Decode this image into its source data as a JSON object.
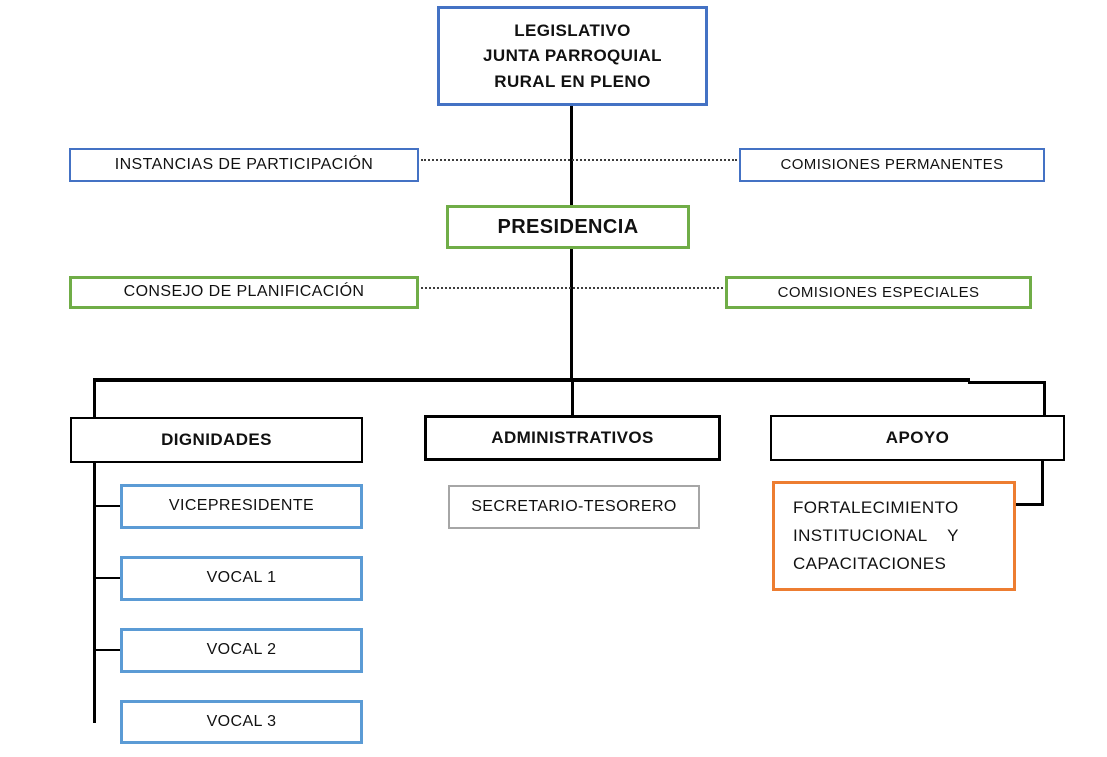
{
  "palette": {
    "blue": "#4472C4",
    "green": "#70AD47",
    "light_blue": "#5B9BD5",
    "orange": "#ED7D31",
    "gray": "#A6A6A6",
    "line_black": "#000000",
    "text": "#111111"
  },
  "org": {
    "legislativo": {
      "lines": [
        "LEGISLATIVO",
        "JUNTA PARROQUIAL",
        "RURAL EN PLENO"
      ]
    },
    "instancias": {
      "label": "INSTANCIAS DE PARTICIPACIÓN"
    },
    "comisiones_permanentes": {
      "label": "COMISIONES PERMANENTES"
    },
    "presidencia": {
      "label": "PRESIDENCIA"
    },
    "consejo_planificacion": {
      "label": "CONSEJO DE PLANIFICACIÓN"
    },
    "comisiones_especiales": {
      "label": "COMISIONES ESPECIALES"
    },
    "dignidades": {
      "label": "DIGNIDADES"
    },
    "administrativos": {
      "label": "ADMINISTRATIVOS"
    },
    "apoyo": {
      "label": "APOYO"
    },
    "vicepresidente": {
      "label": "VICEPRESIDENTE"
    },
    "vocal_1": {
      "label": "VOCAL 1"
    },
    "vocal_2": {
      "label": "VOCAL 2"
    },
    "vocal_3": {
      "label": "VOCAL 3"
    },
    "secretario_tesorero": {
      "label": "SECRETARIO-TESORERO"
    },
    "fortalecimiento": {
      "lines": [
        "FORTALECIMIENTO",
        "INSTITUCIONAL    Y",
        "CAPACITACIONES"
      ]
    }
  }
}
